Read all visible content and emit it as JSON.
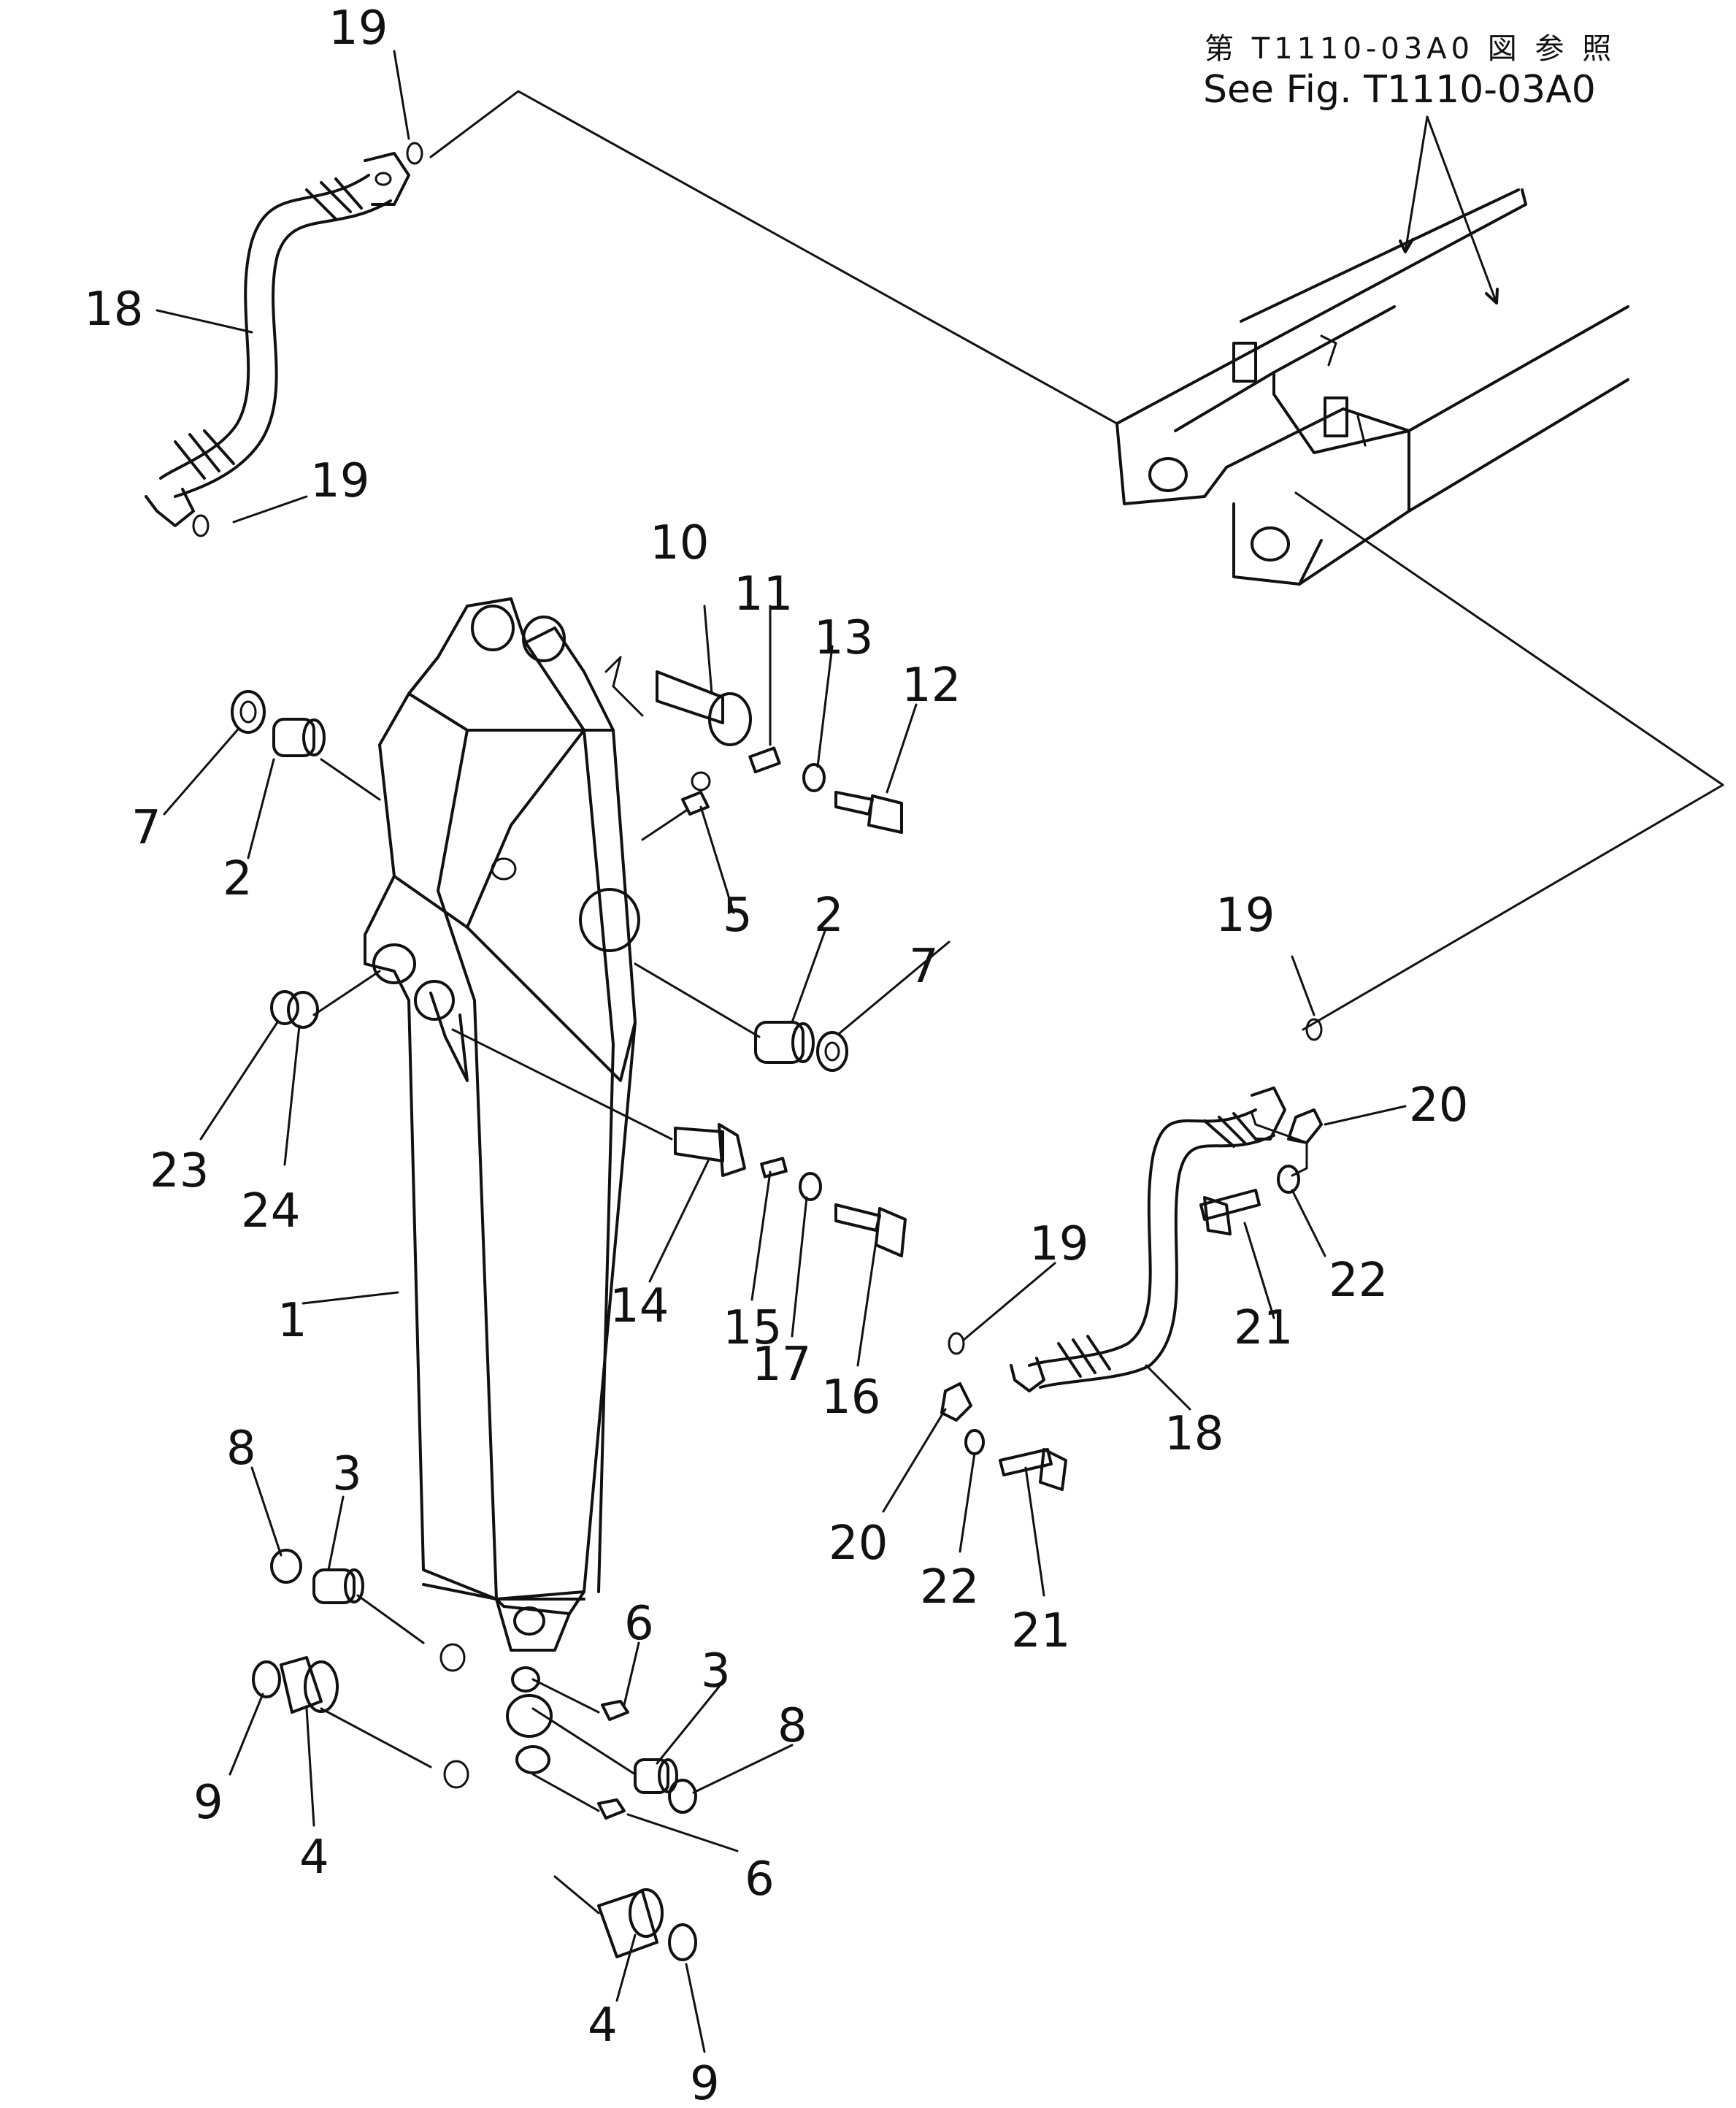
{
  "reference": {
    "japanese": "第 T1110-03A0 図 参 照",
    "english": "See Fig. T1110-03A0"
  },
  "callouts": {
    "c19a": "19",
    "c18a": "18",
    "c19b": "19",
    "c10": "10",
    "c11": "11",
    "c13": "13",
    "c12": "12",
    "c7a": "7",
    "c2a": "2",
    "c5": "5",
    "c2b": "2",
    "c7b": "7",
    "c19c": "19",
    "c20a": "20",
    "c23": "23",
    "c24": "24",
    "c14": "14",
    "c15": "15",
    "c17": "17",
    "c16": "16",
    "c19d": "19",
    "c21a": "21",
    "c22a": "22",
    "c1": "1",
    "c18b": "18",
    "c8a": "8",
    "c3a": "3",
    "c20b": "20",
    "c22b": "22",
    "c21b": "21",
    "c6a": "6",
    "c3b": "3",
    "c8b": "8",
    "c9a": "9",
    "c4a": "4",
    "c6b": "6",
    "c4b": "4",
    "c9b": "9"
  }
}
